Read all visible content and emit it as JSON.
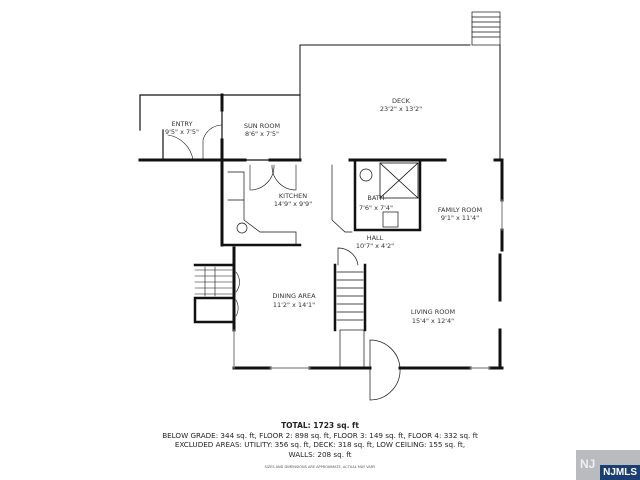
{
  "rooms": [
    {
      "name": "ENTRY",
      "size": "9'5\" x 7'5\""
    },
    {
      "name": "SUN ROOM",
      "size": "8'6\" x 7'5\""
    },
    {
      "name": "DECK",
      "size": "23'2\" x 13'2\""
    },
    {
      "name": "KITCHEN",
      "size": "14'9\" x 9'9\""
    },
    {
      "name": "BATH",
      "size": "7'6\" x 7'4\""
    },
    {
      "name": "FAMILY ROOM",
      "size": "9'1\" x 11'4\""
    },
    {
      "name": "HALL",
      "size": "10'7\" x 4'2\""
    },
    {
      "name": "DINING AREA",
      "size": "11'2\" x 14'1\""
    },
    {
      "name": "LIVING ROOM",
      "size": "15'4\" x 12'4\""
    }
  ],
  "summary": {
    "total": "TOTAL: 1723 sq. ft",
    "line1": "BELOW GRADE: 344 sq. ft, FLOOR 2: 898 sq. ft, FLOOR 3: 149 sq. ft, FLOOR 4: 332 sq. ft",
    "line2": "EXCLUDED AREAS: UTILITY: 356 sq. ft, DECK: 318 sq. ft, LOW CEILING: 155 sq. ft,",
    "line3": "WALLS: 208 sq. ft",
    "disclaimer": "SIZES AND DIMENSIONS ARE APPROXIMATE, ACTUAL MAY VARY."
  },
  "logo": {
    "text": "NJMLS",
    "color": "#1c3f73"
  }
}
